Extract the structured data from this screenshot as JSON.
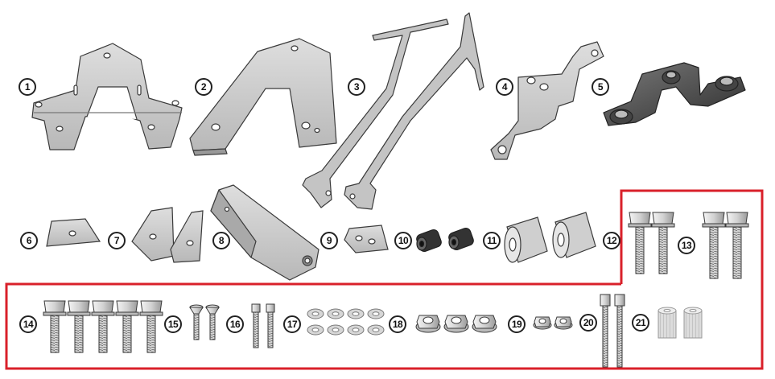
{
  "diagram": {
    "highlight_color": "#d9202a",
    "part_fill_light": "#c9c9c9",
    "part_fill_dark": "#5a5a5a",
    "outline_color": "#3a3a3a",
    "callouts": [
      "1",
      "2",
      "3",
      "4",
      "5",
      "6",
      "7",
      "8",
      "9",
      "10",
      "11",
      "12",
      "13",
      "14",
      "15",
      "16",
      "17",
      "18",
      "19",
      "20",
      "21"
    ]
  }
}
